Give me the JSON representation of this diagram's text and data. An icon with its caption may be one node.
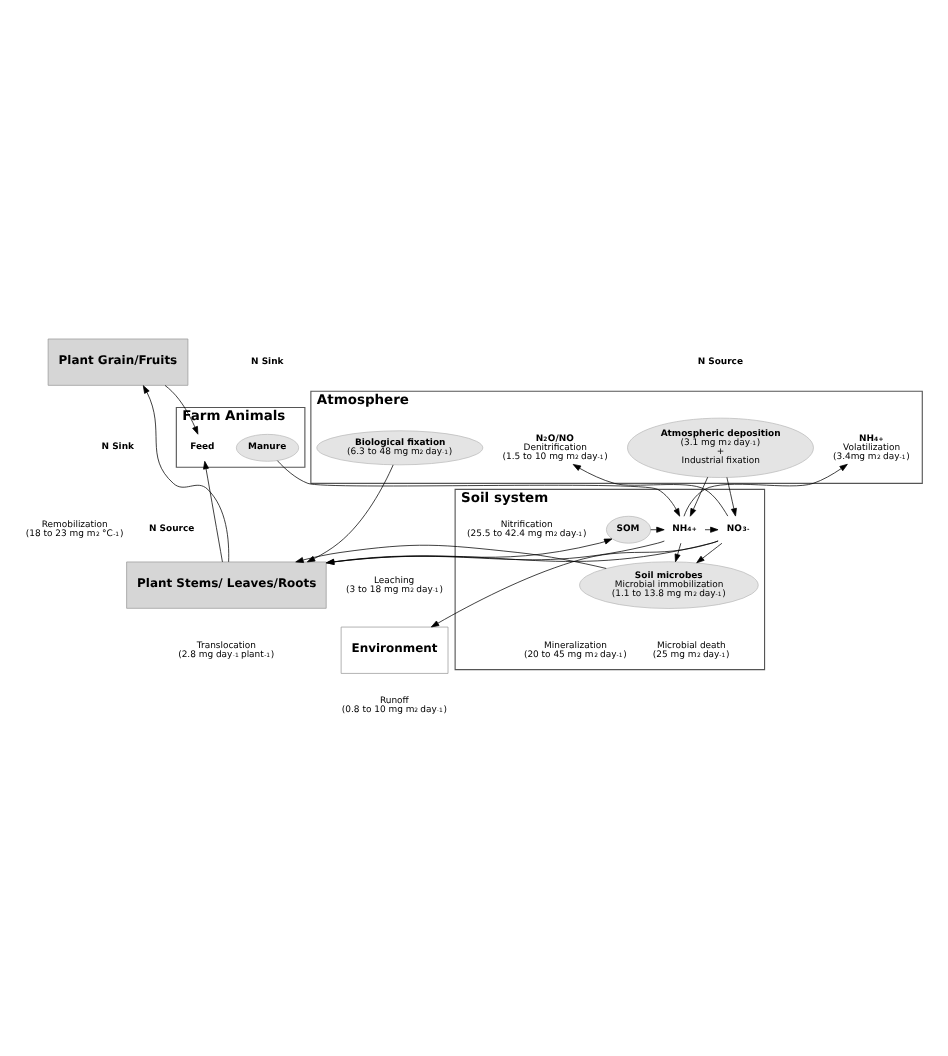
{
  "diagram": {
    "nodes": [
      {
        "text": [
          "Atmosphere"
        ]
      },
      {
        "text": [
          "N$_{2}$O/NO",
          "Denitrification (1.5 to 10 mg m$^{2}$ day$^{-1}$)"
        ],
        "in": 0
      },
      {
        "text": [
          "NH$_{4}$$^{+}$",
          "Volatilization (3.4mg m$^{2}$ day$^{-1}$)"
        ],
        "in": 0
      },
      {
        "text": [
          "Atmospheric deposition",
          "(3.1 mg m$^{2}$ day$^{-1}$)",
          "+",
          "Industrial fixation"
        ],
        "in": 0
      },
      {
        "text": [
          "Biological fixation",
          "(6.3 to 48 mg m$^{2}$ day$^{-1}$)"
        ],
        "in": 0
      },
      {
        "text": [
          "Farm Animals"
        ]
      },
      {
        "text": [
          "Feed"
        ],
        "in": 5
      },
      {
        "text": [
          "Manure"
        ],
        "in": 5
      },
      {
        "text": [
          "Plant Grain/Fruits"
        ]
      },
      {
        "text": [
          "Soil system"
        ]
      },
      {
        "text": [
          "NH$_{4}$$^{+}$"
        ],
        "in": 9
      },
      {
        "text": [
          "NO$_{3}$$^{-}$"
        ],
        "in": 9
      },
      {
        "text": [
          "Soil microbes",
          "Microbial immobilization (1.1 to 13.8 mg m$^{2}$ day$^{-1}$)"
        ],
        "in": 9
      },
      {
        "text": [
          "SOM"
        ],
        "in": 9
      },
      {
        "text": [
          "Plant Stems/ Leaves/Roots"
        ]
      },
      {
        "text": [
          "Environment"
        ]
      }
    ],
    "edges": [
      {
        "from": 10,
        "to": 2,
        "arrow": "to"
      },
      {
        "from": 3,
        "to": 10,
        "arrow": "to"
      },
      {
        "from": 3,
        "to": 11,
        "arrow": "to"
      },
      {
        "from": 4,
        "to": 14,
        "arrow": "to"
      },
      {
        "from": 11,
        "to": 1,
        "arrow": "to"
      },
      {
        "from": 7,
        "to": 10,
        "arrow": "to"
      },
      {
        "from": 10,
        "to": 11,
        "arrow": "to"
      },
      {
        "from": 10,
        "to": 12,
        "arrow": "to"
      },
      {
        "from": 11,
        "to": 12,
        "arrow": "to"
      },
      {
        "from": 13,
        "to": 10,
        "arrow": "to"
      },
      {
        "from": 11,
        "to": 14,
        "arrow": "to"
      },
      {
        "from": 10,
        "to": 14,
        "arrow": "to"
      },
      {
        "from": 12,
        "to": 14,
        "arrow": "to"
      },
      {
        "from": 14,
        "to": 13,
        "arrow": "to"
      },
      {
        "from": 14,
        "to": 6,
        "arrow": "to"
      },
      {
        "from": 8,
        "to": 6,
        "arrow": "to"
      },
      {
        "from": 14,
        "to": 8,
        "arrow": "to"
      },
      {
        "from": 11,
        "to": 15,
        "arrow": "to"
      }
    ],
    "labels": [
      "N Source",
      "N Sink",
      "Remobilization (18 to 23 mg m$^{2}$ °C$^{-1}$)",
      "N Sink",
      "N Source",
      "Nitrification (25.5 to 42.4 mg m$^{2}$ day$^{-1}$)",
      "Mineralization (20 to 45 mg m$^{2}$ day$^{-1}$)",
      "Microbial death (25 mg m$^{2}$ day$^{-1}$)",
      "Translocation (2.8 mg day$^{-1}$ plant$^{-1}$)",
      "Leaching (3 to 18 mg m$^{2}$ day$^{-1}$)",
      "Runoff (0.8 to 10 mg m$^{2}$ day$^{-1}$)"
    ]
  }
}
